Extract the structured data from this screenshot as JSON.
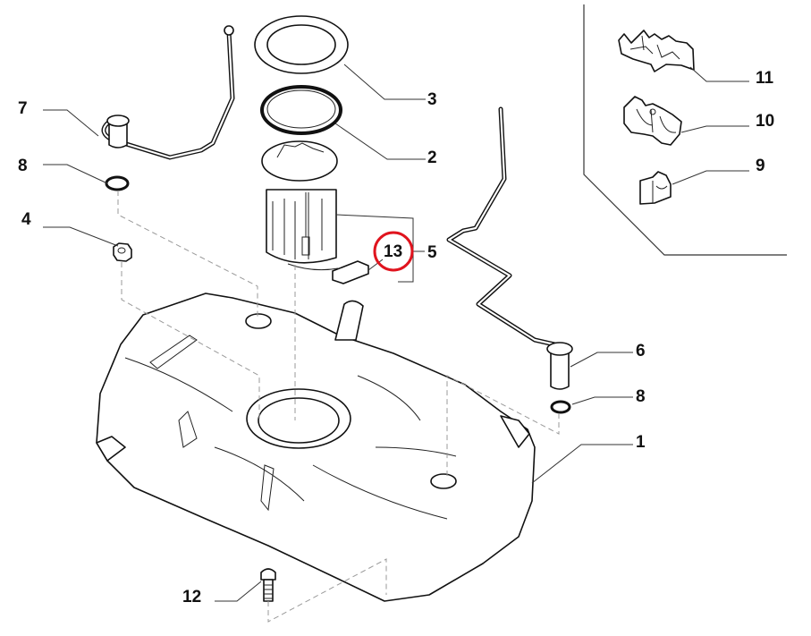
{
  "diagram": {
    "title": "Fuel tank assembly exploded view",
    "highlight_color": "#e0141e",
    "callouts": [
      {
        "id": "c1",
        "label": "1",
        "part": "fuel-tank"
      },
      {
        "id": "c2",
        "label": "2",
        "part": "pump-seal-ring"
      },
      {
        "id": "c3",
        "label": "3",
        "part": "pump-locking-ring"
      },
      {
        "id": "c4",
        "label": "4",
        "part": "nut"
      },
      {
        "id": "c5",
        "label": "5",
        "part": "fuel-pump-module"
      },
      {
        "id": "c6",
        "label": "6",
        "part": "right-breather-pipe"
      },
      {
        "id": "c7",
        "label": "7",
        "part": "left-breather-pipe"
      },
      {
        "id": "c8a",
        "label": "8",
        "part": "left-grommet"
      },
      {
        "id": "c8b",
        "label": "8",
        "part": "right-grommet"
      },
      {
        "id": "c9",
        "label": "9",
        "part": "single-pipe-clip"
      },
      {
        "id": "c10",
        "label": "10",
        "part": "double-pipe-clip"
      },
      {
        "id": "c11",
        "label": "11",
        "part": "multi-pipe-clip"
      },
      {
        "id": "c12",
        "label": "12",
        "part": "bolt"
      },
      {
        "id": "c13",
        "label": "13",
        "part": "fuel-level-sender",
        "highlighted": true
      }
    ]
  }
}
